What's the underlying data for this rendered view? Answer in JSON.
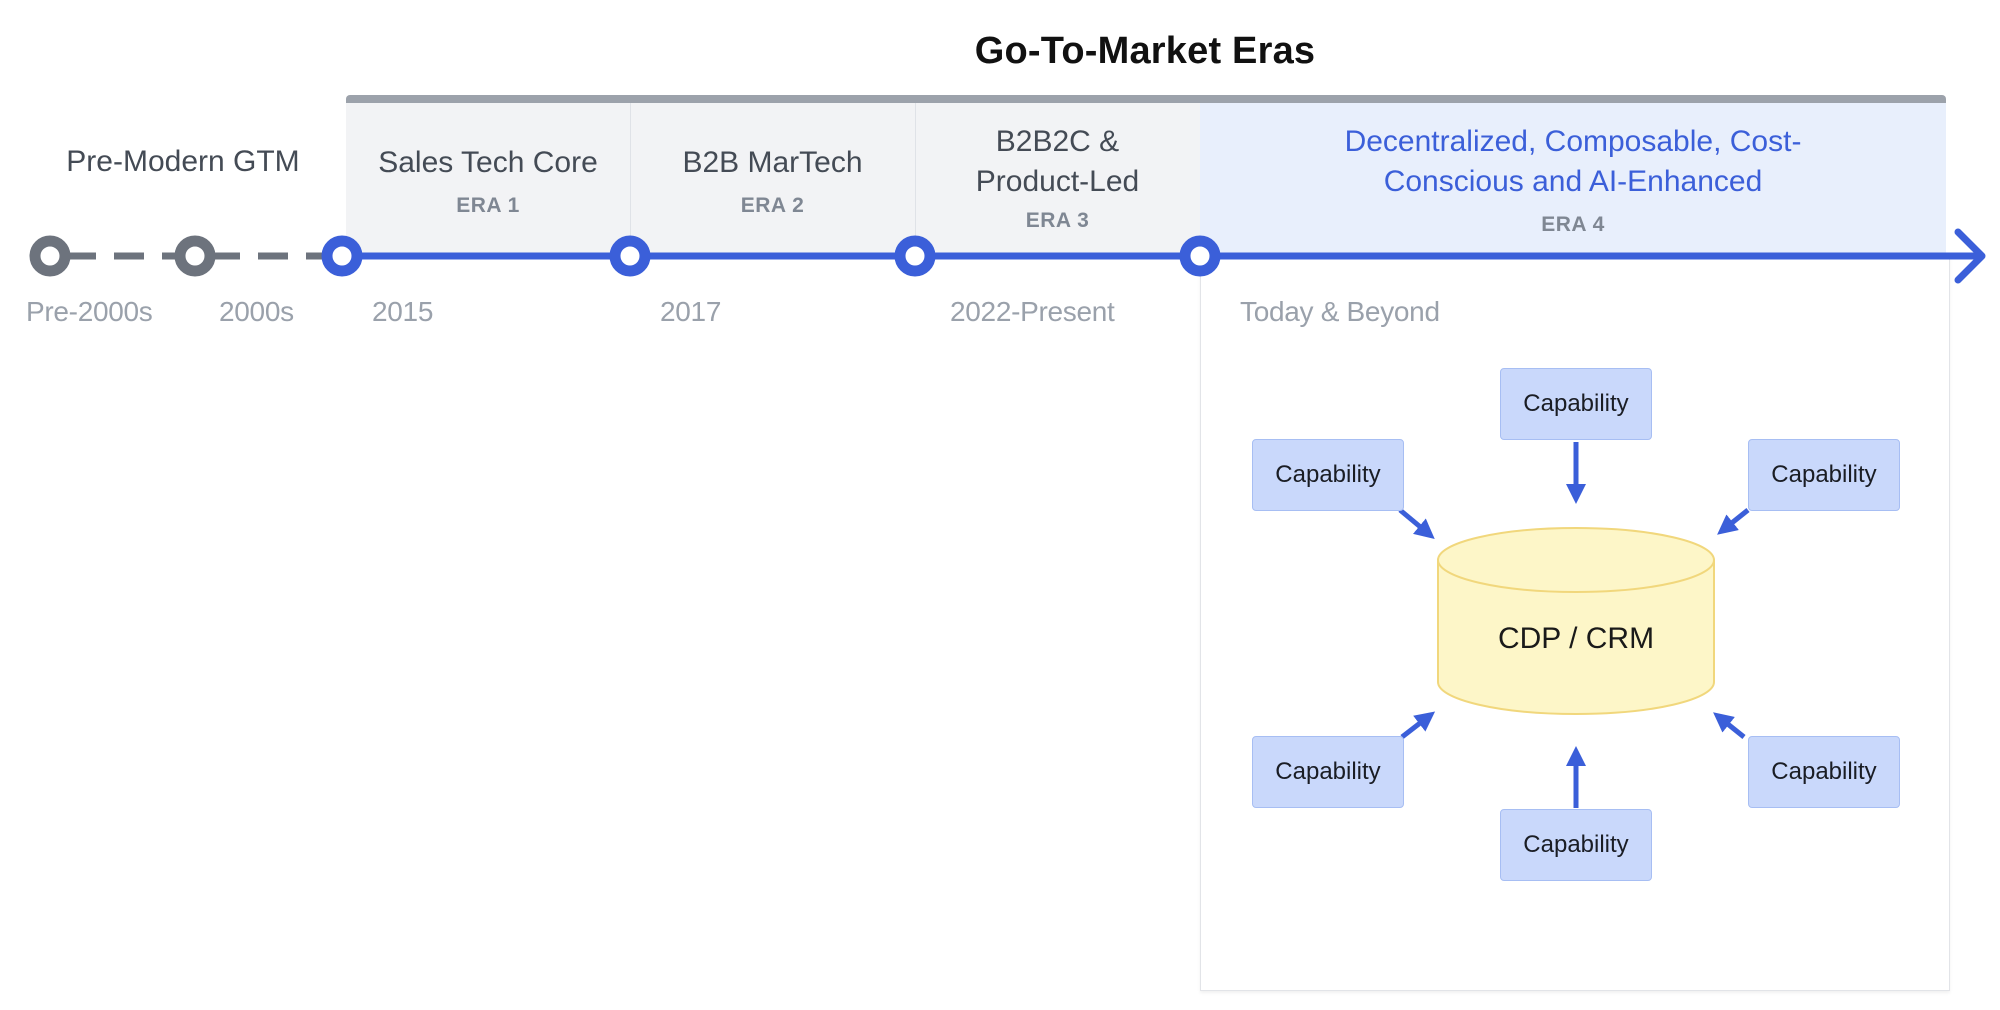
{
  "title": "Go-To-Market Eras",
  "pre_era": {
    "title": "Pre-Modern GTM"
  },
  "eras": [
    {
      "title": "Sales Tech Core",
      "tag": "ERA 1"
    },
    {
      "title": "B2B MarTech",
      "tag": "ERA 2"
    },
    {
      "title_lines": [
        "B2B2C &",
        "Product-Led"
      ],
      "tag": "ERA 3"
    },
    {
      "title_lines": [
        "Decentralized, Composable, Cost-",
        "Conscious and AI-Enhanced"
      ],
      "tag": "ERA 4"
    }
  ],
  "timeline": {
    "labels": [
      "Pre-2000s",
      "2000s",
      "2015",
      "2017",
      "2022-Present",
      "Today & Beyond"
    ]
  },
  "diagram": {
    "center_label": "CDP / CRM",
    "capabilities": [
      "Capability",
      "Capability",
      "Capability",
      "Capability",
      "Capability",
      "Capability"
    ]
  },
  "colors": {
    "accent": "#3b5fd9",
    "inactive_node": "#6d737d",
    "era_bg": "#f2f3f5",
    "era4_bg": "#e8effc",
    "capability_fill": "#c9d8fb",
    "cylinder_fill": "#fdf6c8",
    "cylinder_stroke": "#f1d77c"
  },
  "icons": [
    "timeline-node-icon",
    "arrow-right-icon",
    "arrow-icon",
    "cylinder-icon"
  ]
}
